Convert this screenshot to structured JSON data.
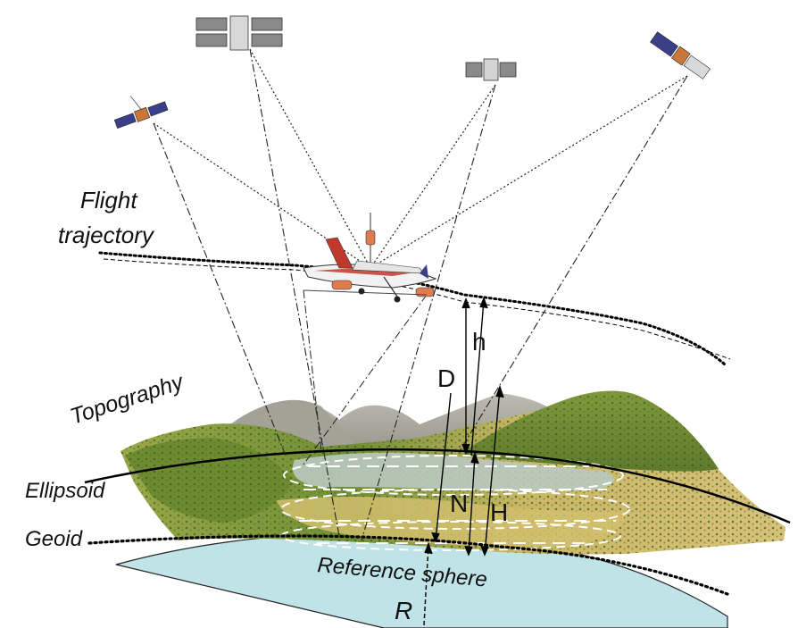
{
  "labels": {
    "flight_trajectory_line1": "Flight",
    "flight_trajectory_line2": "trajectory",
    "topography": "Topography",
    "ellipsoid": "Ellipsoid",
    "geoid": "Geoid",
    "reference_sphere": "Reference sphere",
    "R": "R",
    "D": "D",
    "h": "h",
    "N": "N",
    "H": "H"
  },
  "colors": {
    "sphere_fill": "#bfe3e6",
    "terrain_green": "#7e9a3a",
    "terrain_yellow": "#c8b45a",
    "mountain_grey": "#a9a89e",
    "satellite_panel": "#3b3f8a",
    "aircraft_red": "#c0392b",
    "lake": "#b9c9c0"
  },
  "icons": [
    "satellite-icon",
    "aircraft-icon"
  ]
}
